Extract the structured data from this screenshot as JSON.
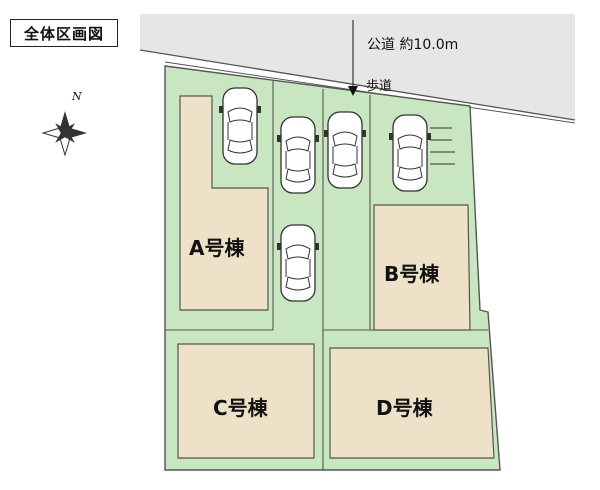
{
  "title": "全体区画図",
  "compass": {
    "label": "N"
  },
  "road": {
    "label": "公道 約10.0m",
    "sidewalk": "歩道"
  },
  "buildings": [
    {
      "label": "A号棟"
    },
    {
      "label": "B号棟"
    },
    {
      "label": "C号棟"
    },
    {
      "label": "D号棟"
    }
  ],
  "colors": {
    "lot": "#c8e6bf",
    "building": "#ede2c8",
    "road": "#e6e6e6",
    "outline": "#555555",
    "text": "#111111"
  }
}
